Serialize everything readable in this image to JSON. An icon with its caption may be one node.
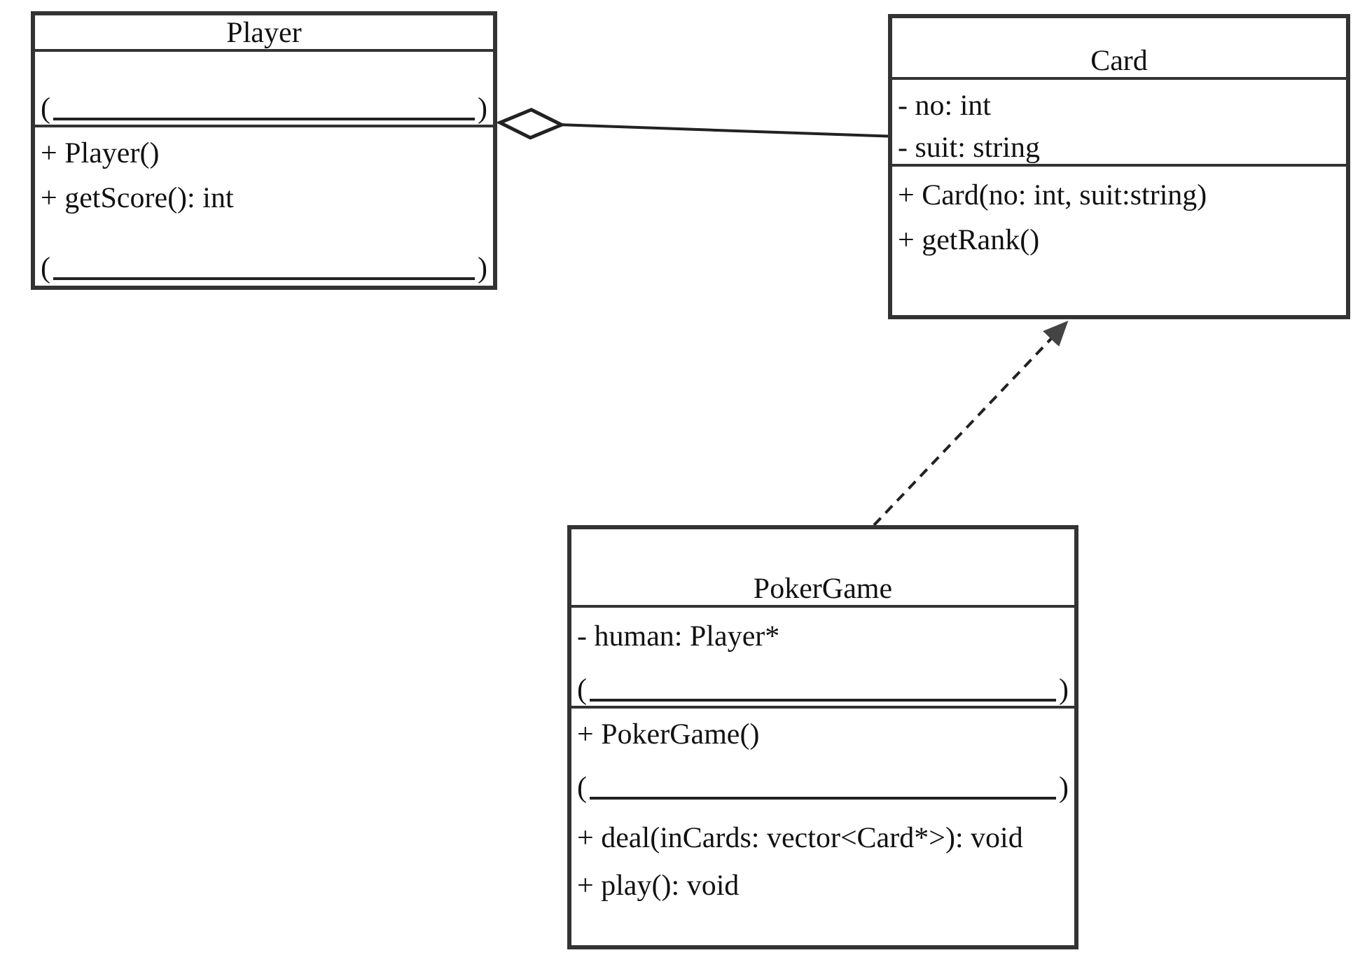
{
  "diagram": {
    "nodes": [
      {
        "text": [
          "Player",
          "(",
          ")",
          "+ Player()",
          "+ getScore(): int",
          "(",
          ")"
        ]
      },
      {
        "text": [
          "Card",
          "- no: int",
          "- suit: string",
          "+ Card(no: int, suit:string)",
          "+ getRank()"
        ]
      },
      {
        "text": [
          "PokerGame",
          "- human: Player*",
          "(",
          ")",
          "+ PokerGame()",
          "(",
          ")",
          "+ deal(inCards: vector<Card*>): void",
          "+ play(): void"
        ]
      }
    ],
    "edges": [
      {
        "from": 1,
        "to": 0,
        "arrow": "other"
      },
      {
        "from": 2,
        "to": 1,
        "arrow": "to",
        "style": "dashed"
      }
    ]
  }
}
